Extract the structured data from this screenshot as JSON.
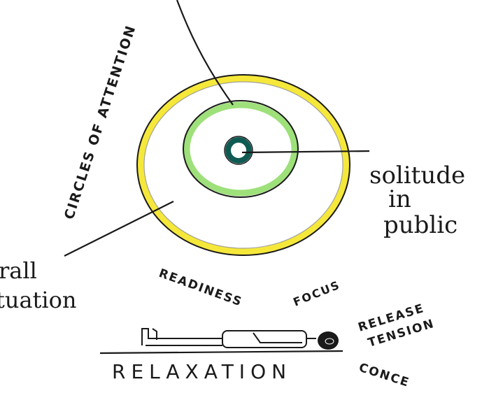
{
  "diagram": {
    "title": "CIRCLES OF ATTENTION",
    "labels": {
      "solitude_line1": "solitude",
      "solitude_line2": "in",
      "solitude_line3": "public",
      "overall_line1": "rall",
      "overall_line2": "tuation",
      "readiness": "READINESS",
      "focus": "FOCUS",
      "release_line1": "RELEASE",
      "release_line2": "TENSION",
      "relaxation": "RELAXATION",
      "concentration_partial": "CONCE"
    },
    "colors": {
      "outer_ring": "#f5e83a",
      "middle_ring": "#9ee07a",
      "inner_ring": "#0f5a52",
      "ink": "#1a1a1a"
    }
  }
}
